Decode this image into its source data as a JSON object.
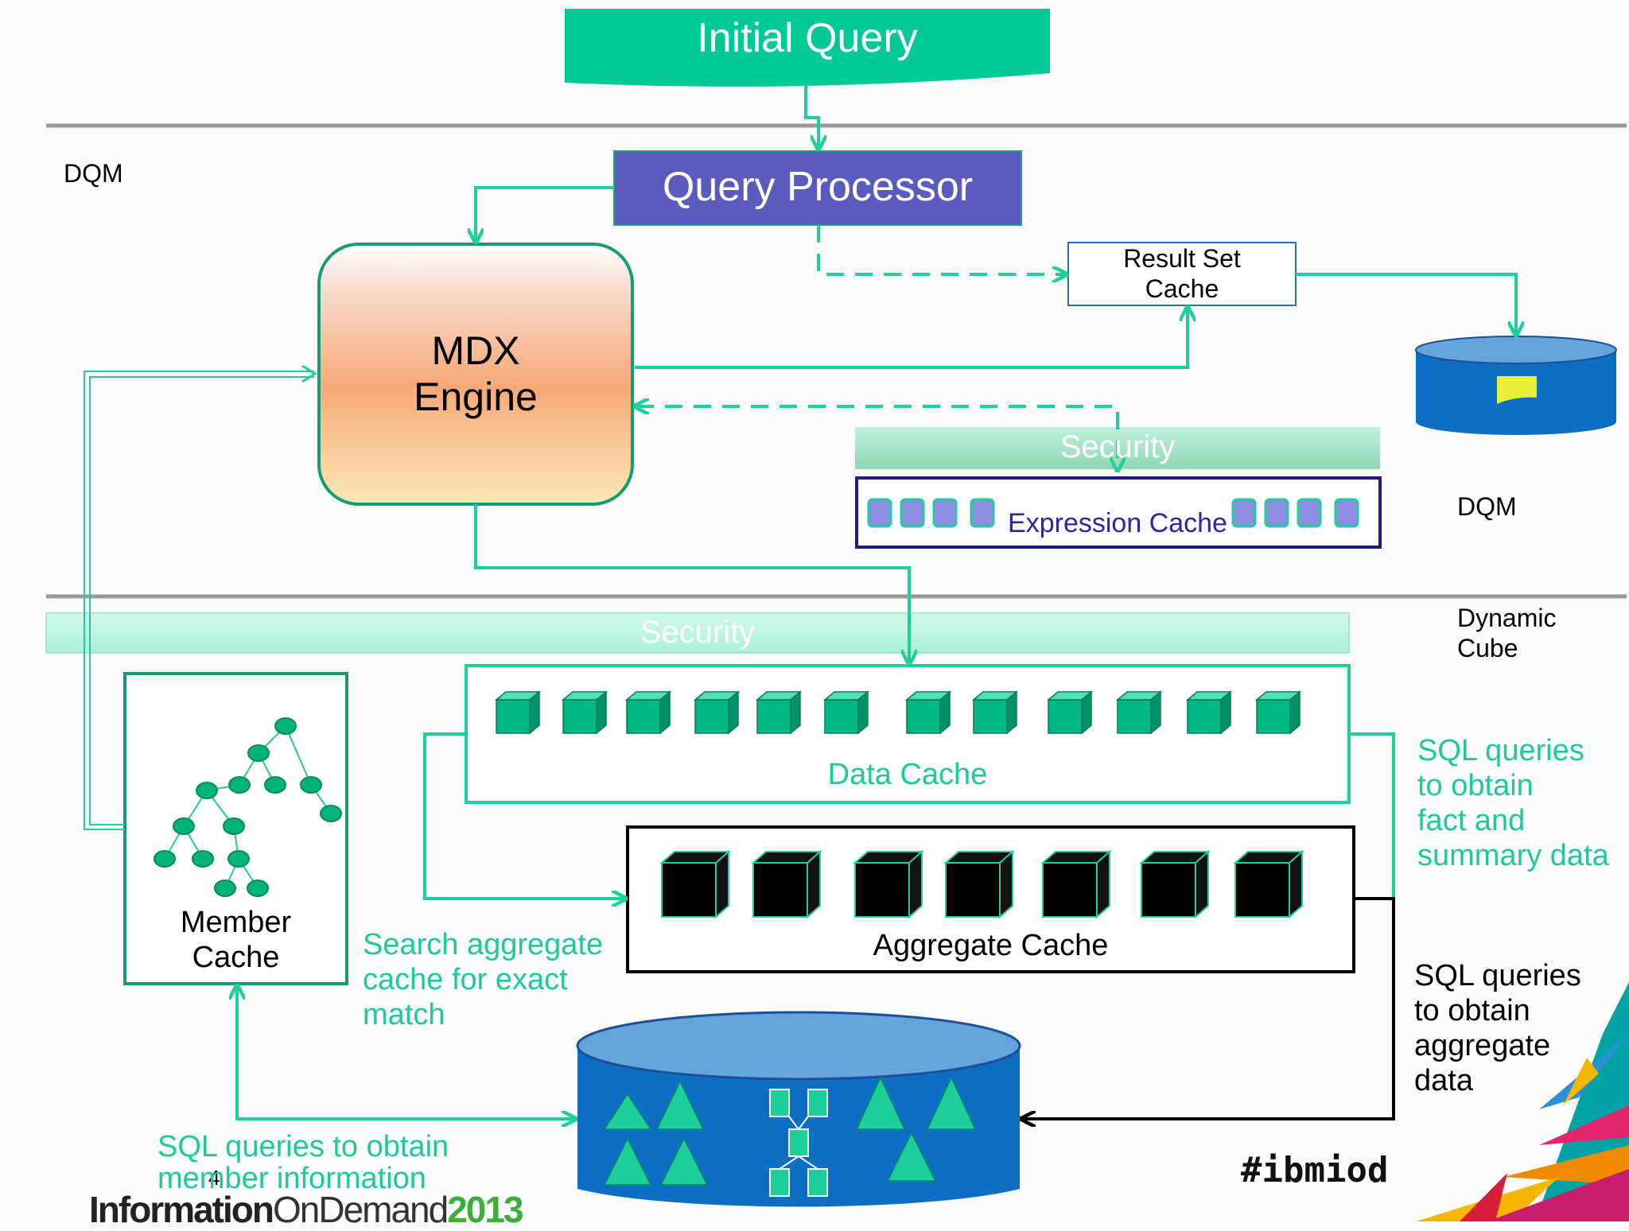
{
  "colors": {
    "green": "#1dcf9b",
    "teal_text": "#1fcb94",
    "purple": "#5b5bbd",
    "navy": "#1e1a86",
    "db_blue": "#0d6fc4",
    "db_top": "#66a5db",
    "black": "#000000"
  },
  "initial_query": "Initial Query",
  "query_processor": "Query Processor",
  "mdx_engine": "MDX\nEngine",
  "result_set_cache": "Result Set\nCache",
  "dqm_left": "DQM",
  "dqm_right": "DQM",
  "dynamic_cube": "Dynamic\nCube",
  "security_top": "Security",
  "security_bottom": "Security",
  "expression_cache": "Expression Cache",
  "data_cache": "Data Cache",
  "aggregate_cache": "Aggregate Cache",
  "member_cache": "Member\nCache",
  "search_note": "Search aggregate\ncache for exact\nmatch",
  "sql_fact_note": "SQL queries\nto obtain\nfact and\nsummary data",
  "sql_agg_note": "SQL queries\nto obtain\naggregate\ndata",
  "sql_member_note": "SQL queries to obtain\nmember information",
  "footer": {
    "brand_1": "Information",
    "brand_2": "OnDemand",
    "brand_3": "2013",
    "hashtag": "#ibmiod",
    "page_number": "4"
  }
}
